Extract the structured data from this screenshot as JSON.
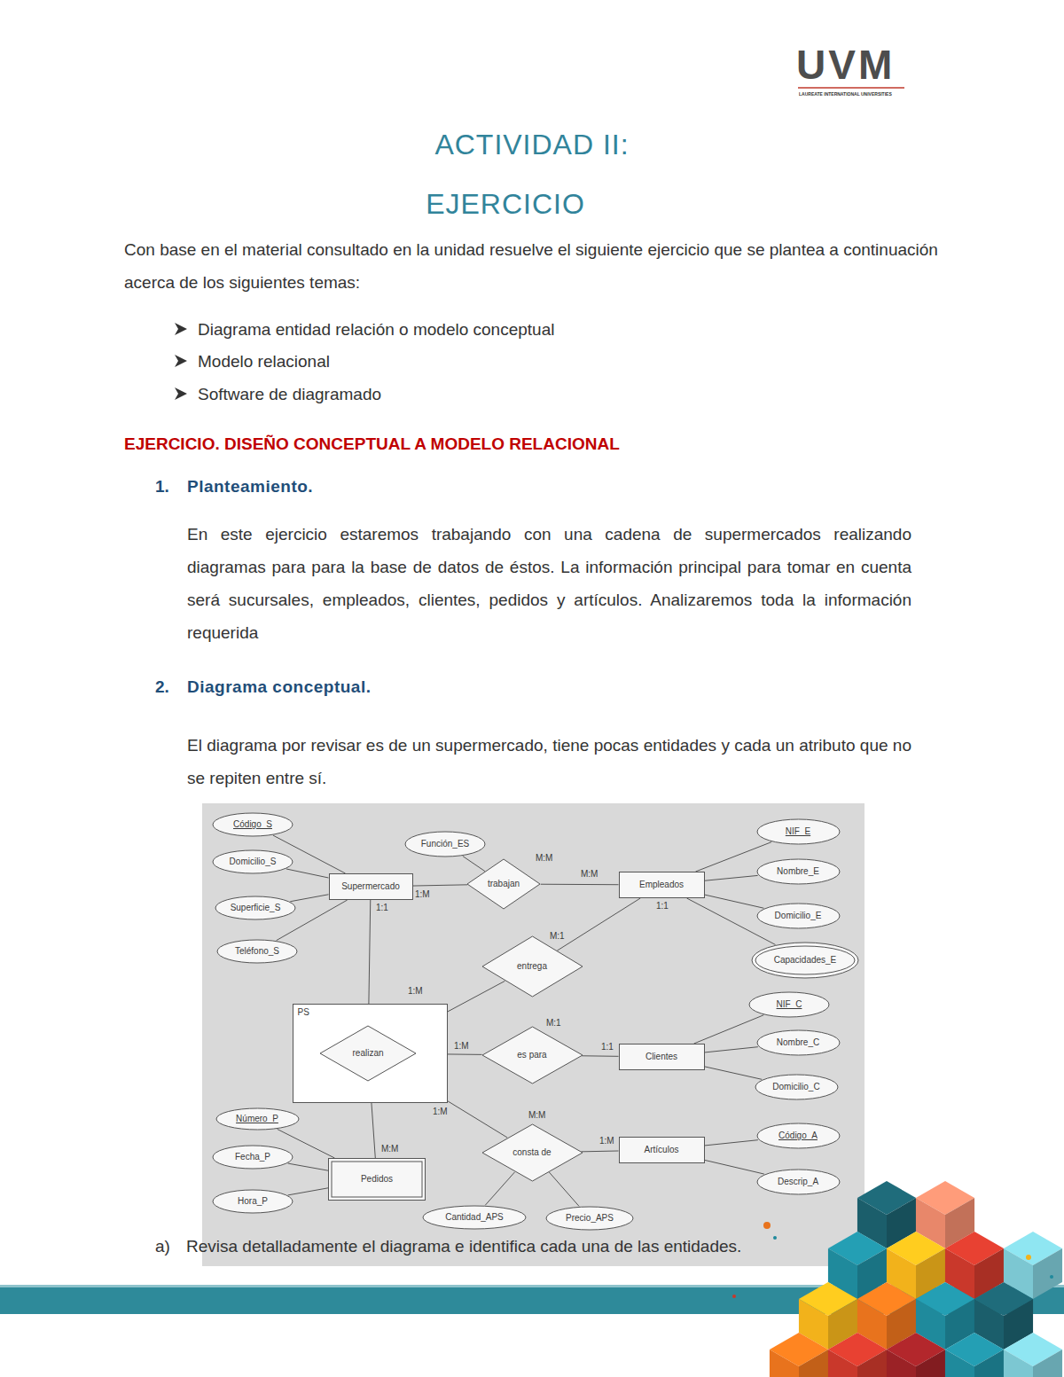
{
  "diagram": {
    "title": "ACTIVIDAD II:",
    "nodes": [
      {
        "text": [
          "Código_S"
        ]
      },
      {
        "text": [
          "Domicilio_S"
        ]
      },
      {
        "text": [
          "Superficie_S"
        ]
      },
      {
        "text": [
          "Teléfono_S"
        ]
      },
      {
        "text": [
          "Supermercado"
        ]
      },
      {
        "text": [
          "Función_ES"
        ]
      },
      {
        "text": [
          "trabajan"
        ]
      },
      {
        "text": [
          "Empleados"
        ]
      },
      {
        "text": [
          "NIF_E"
        ]
      },
      {
        "text": [
          "Nombre_E"
        ]
      },
      {
        "text": [
          "Domicilio_E"
        ]
      },
      {
        "text": [
          "Capacidades_E"
        ]
      },
      {
        "text": [
          "entrega"
        ]
      },
      {
        "text": [
          "PS"
        ]
      },
      {
        "text": [
          "realizan"
        ],
        "in": 13
      },
      {
        "text": [
          "es para"
        ]
      },
      {
        "text": [
          "Clientes"
        ]
      },
      {
        "text": [
          "NIF_C"
        ]
      },
      {
        "text": [
          "Nombre_C"
        ]
      },
      {
        "text": [
          "Domicilio_C"
        ]
      },
      {
        "text": [
          "Número_P"
        ]
      },
      {
        "text": [
          "Fecha_P"
        ]
      },
      {
        "text": [
          "Hora_P"
        ]
      },
      {
        "text": [
          "Pedidos"
        ]
      },
      {
        "text": [
          "consta de"
        ]
      },
      {
        "text": [
          "Artículos"
        ]
      },
      {
        "text": [
          "Código_A"
        ]
      },
      {
        "text": [
          "Descrip_A"
        ]
      },
      {
        "text": [
          "Cantidad_APS"
        ]
      },
      {
        "text": [
          "Precio_APS"
        ]
      }
    ],
    "edges": [
      {
        "from": 0,
        "to": 4,
        "arrow": "none"
      },
      {
        "from": 1,
        "to": 4,
        "arrow": "none"
      },
      {
        "from": 2,
        "to": 4,
        "arrow": "none"
      },
      {
        "from": 3,
        "to": 4,
        "arrow": "none"
      },
      {
        "from": 4,
        "to": 6,
        "arrow": "none"
      },
      {
        "from": 6,
        "to": 7,
        "arrow": "none"
      },
      {
        "from": 5,
        "to": 6,
        "arrow": "none"
      },
      {
        "from": 7,
        "to": 8,
        "arrow": "none"
      },
      {
        "from": 7,
        "to": 9,
        "arrow": "none"
      },
      {
        "from": 7,
        "to": 10,
        "arrow": "none"
      },
      {
        "from": 7,
        "to": 11,
        "arrow": "none"
      },
      {
        "from": 7,
        "to": 12,
        "arrow": "none"
      },
      {
        "from": 12,
        "to": 13,
        "arrow": "none"
      },
      {
        "from": 4,
        "to": 14,
        "arrow": "none"
      },
      {
        "from": 14,
        "to": 23,
        "arrow": "none"
      },
      {
        "from": 13,
        "to": 15,
        "arrow": "none"
      },
      {
        "from": 15,
        "to": 16,
        "arrow": "none"
      },
      {
        "from": 16,
        "to": 17,
        "arrow": "none"
      },
      {
        "from": 16,
        "to": 18,
        "arrow": "none"
      },
      {
        "from": 16,
        "to": 19,
        "arrow": "none"
      },
      {
        "from": 13,
        "to": 24,
        "arrow": "none"
      },
      {
        "from": 24,
        "to": 25,
        "arrow": "none"
      },
      {
        "from": 28,
        "to": 24,
        "arrow": "none"
      },
      {
        "from": 29,
        "to": 24,
        "arrow": "none"
      },
      {
        "from": 25,
        "to": 26,
        "arrow": "none"
      },
      {
        "from": 25,
        "to": 27,
        "arrow": "none"
      },
      {
        "from": 23,
        "to": 20,
        "arrow": "none"
      },
      {
        "from": 23,
        "to": 21,
        "arrow": "none"
      },
      {
        "from": 23,
        "to": 22,
        "arrow": "none"
      }
    ],
    "labels": [
      "UVM",
      "LAUREATE INTERNATIONAL UNIVERSITIES",
      "EJERCICIO",
      "Con base en el material consultado en la unidad resuelve el siguiente ejercicio que se plantea a continuación acerca de los siguientes temas:",
      "Diagrama entidad relación o modelo conceptual",
      "Modelo relacional",
      "Software de diagramado",
      "EJERCICIO. DISEÑO CONCEPTUAL A MODELO RELACIONAL",
      "1.",
      "Planteamiento.",
      "En este ejercicio estaremos trabajando con una cadena de supermercados realizando diagramas para para la base de datos de éstos. La información principal para tomar en cuenta será sucursales, empleados, clientes, pedidos y artículos. Analizaremos toda la información requerida",
      "2.",
      "Diagrama conceptual.",
      "El diagrama por revisar es de un supermercado, tiene pocas entidades y cada un atributo que no se repiten entre sí.",
      "M:M",
      "1:M",
      "M:M",
      "1:1",
      "1:1",
      "M:1",
      "1:M",
      "1:M",
      "1:M",
      "M:1",
      "1:1",
      "1:M",
      "M:M",
      "1:M",
      "M:M",
      "a)",
      "Revisa detalladamente el diagrama e identifica cada una de las entidades."
    ]
  }
}
